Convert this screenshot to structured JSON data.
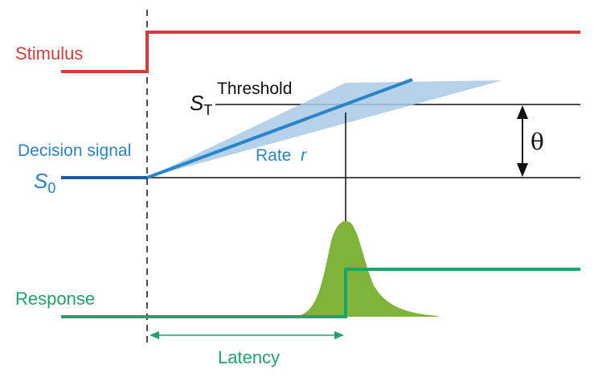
{
  "labels": {
    "stimulus": "Stimulus",
    "decision_signal": "Decision signal",
    "s0_base": "S",
    "s0_sub": "0",
    "st_base": "S",
    "st_sub": "T",
    "threshold": "Threshold",
    "rate": "Rate",
    "rate_symbol": "r",
    "theta": "θ",
    "response": "Response",
    "latency": "Latency"
  },
  "colors": {
    "stimulus": "#d63a3a",
    "decision": "#2a84c8",
    "decision_band": "#a9c9e6",
    "response": "#1ea36b",
    "distribution": "#7fb33a",
    "lines": "#111111"
  }
}
